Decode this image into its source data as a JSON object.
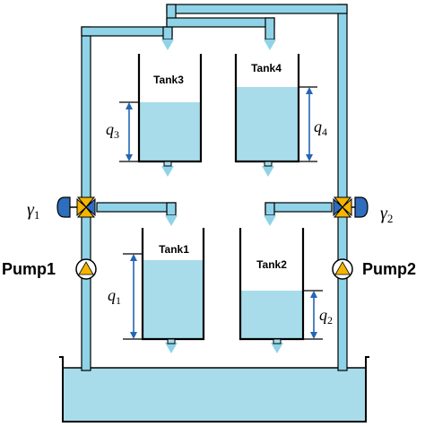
{
  "tanks": {
    "tank1": {
      "label": "Tank1",
      "level_symbol": "q",
      "level_sub": "1"
    },
    "tank2": {
      "label": "Tank2",
      "level_symbol": "q",
      "level_sub": "2"
    },
    "tank3": {
      "label": "Tank3",
      "level_symbol": "q",
      "level_sub": "3"
    },
    "tank4": {
      "label": "Tank4",
      "level_symbol": "q",
      "level_sub": "4"
    }
  },
  "pumps": {
    "pump1": {
      "label": "Pump1"
    },
    "pump2": {
      "label": "Pump2"
    }
  },
  "valves": {
    "valve1": {
      "symbol": "γ",
      "sub": "1"
    },
    "valve2": {
      "symbol": "γ",
      "sub": "2"
    }
  },
  "colors": {
    "water": "#a8dcea",
    "pipe_fill": "#8fd3e8",
    "arrow": "#8fd3e8",
    "level_arrow": "#2366b3",
    "valve_yellow": "#f4b400",
    "valve_actuator": "#2f6dbd",
    "outline": "#000000"
  }
}
